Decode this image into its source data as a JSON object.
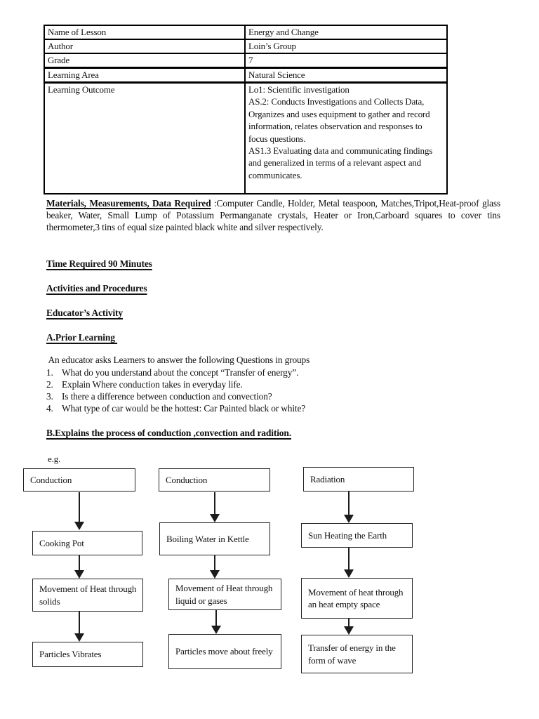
{
  "document": {
    "info_table": {
      "rows": [
        {
          "label": "Name of Lesson",
          "value": "Energy and Change"
        },
        {
          "label": "Author",
          "value": "Loin’s Group"
        },
        {
          "label": "Grade",
          "value": "7"
        },
        {
          "label": "Learning Area",
          "value": "Natural Science"
        },
        {
          "label": "Learning Outcome",
          "value": ""
        }
      ],
      "learning_outcome_lines": [
        "Lo1: Scientific investigation",
        "AS.2: Conducts Investigations and Collects Data, Organizes and uses equipment to gather and record information, relates observation and responses to focus questions.",
        "AS1.3 Evaluating data and communicating findings and generalized in terms of a relevant aspect and communicates."
      ]
    },
    "materials": {
      "lead": "Materials, Measurements, Data Required",
      "body": " :Computer Candle, Holder, Metal teaspoon, Matches,Tripot,Heat-proof glass beaker, Water, Small Lump of Potassium Permanganate crystals, Heater or Iron,Carboard squares to cover tins thermometer,3 tins of equal size painted black white and silver respectively."
    },
    "headings": {
      "time_required": "Time Required 90 Minutes",
      "activities": "Activities and Procedures",
      "educators_activity": "Educator’s Activity",
      "prior_learning": "A.Prior Learning ",
      "section_b": "B.Explains the process of conduction ,convection and radition."
    },
    "prior_learning_intro": " An educator asks Learners to answer the following Questions in groups",
    "questions": [
      {
        "num": "1.",
        "text": "What do you understand about the concept “Transfer of energy”."
      },
      {
        "num": "2.",
        "text": "Explain Where conduction takes in everyday life."
      },
      {
        "num": "3.",
        "text": "Is there a difference between conduction and convection?"
      },
      {
        "num": "4.",
        "text": "What type of car would be the hottest: Car Painted black or white?"
      }
    ],
    "example_label": "e.g.",
    "flowchart": {
      "columns": [
        {
          "steps": [
            "Conduction",
            "Cooking Pot",
            "Movement of Heat through solids",
            "Particles Vibrates"
          ]
        },
        {
          "steps": [
            "Conduction",
            "Boiling Water in Kettle",
            "Movement of Heat through liquid or gases",
            "Particles move about freely"
          ]
        },
        {
          "steps": [
            "Radiation",
            "Sun Heating the Earth",
            "Movement of heat through an heat empty space",
            "Transfer of energy in the form of wave"
          ]
        }
      ]
    }
  }
}
